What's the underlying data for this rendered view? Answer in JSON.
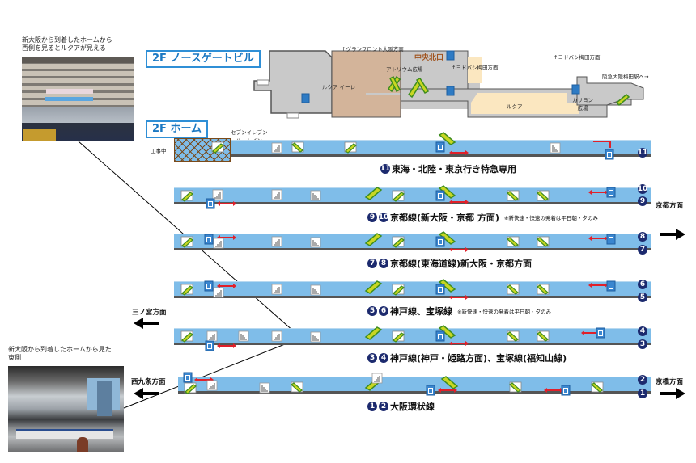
{
  "photos": {
    "top": {
      "caption": "新大阪から到着したホームから\n西側を見るとルクアが見える"
    },
    "bottom": {
      "caption": "新大阪から到着したホームから見た\n東側"
    }
  },
  "north_gate": {
    "title": "2F ノースゲートビル",
    "labels": {
      "grand_front": "↑グランフロント大阪方面",
      "lucua_1100": "ルクア イーレ",
      "atrium": "アトリウム広場",
      "central_north_exit": "中央北口",
      "yodobashi_1": "↑ヨドバシ梅田方面",
      "yodobashi_2": "↑ヨドバシ梅田方面",
      "hankyu": "阪急大阪梅田駅へ→",
      "lucua": "ルクア",
      "carillon": "カリヨン\n広場"
    }
  },
  "home": {
    "title": "2F ホーム",
    "seven_eleven": "セブンイレブン\nハートイン",
    "construction": "工事中"
  },
  "platforms": [
    {
      "tracks": [
        "11"
      ],
      "label": "東海・北陸・東京行き特急専用",
      "note": ""
    },
    {
      "tracks": [
        "9",
        "10"
      ],
      "label": "京都線(新大阪・京都 方面)",
      "note": "※新快速・快速の発着は平日朝・夕のみ"
    },
    {
      "tracks": [
        "7",
        "8"
      ],
      "label": "京都線(東海道線)新大阪・京都方面",
      "note": ""
    },
    {
      "tracks": [
        "5",
        "6"
      ],
      "label": "神戸線、宝塚線",
      "note": "※新快速・快速の発着は平日朝・夕のみ"
    },
    {
      "tracks": [
        "3",
        "4"
      ],
      "label": "神戸線(神戸・姫路方面)、宝塚線(福知山線)",
      "note": ""
    },
    {
      "tracks": [
        "1",
        "2"
      ],
      "label": "大阪環状線",
      "note": ""
    }
  ],
  "directions": {
    "kyoto": "京都方面",
    "sannomiya": "三ノ宮方面",
    "nishikujo": "西九条方面",
    "kyobashi": "京橋方面"
  },
  "colors": {
    "platform": "#7fbde9",
    "title_accent": "#1b78c2",
    "track_badge": "#1c2a6e",
    "transfer_arrow": "#e0202a",
    "escalator": "#c8d622",
    "lucua_1100": "#d3b49a",
    "lucua": "#fbe7c0",
    "concourse": "#c9c9c9"
  }
}
